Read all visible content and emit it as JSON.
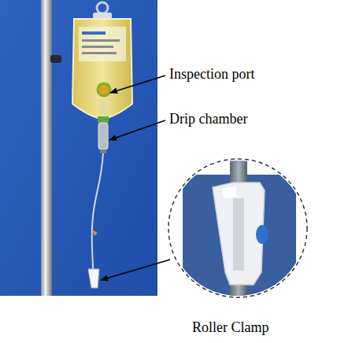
{
  "diagram": {
    "labels": [
      "Inspection port",
      "Drip chamber",
      "Roller Clamp"
    ]
  }
}
